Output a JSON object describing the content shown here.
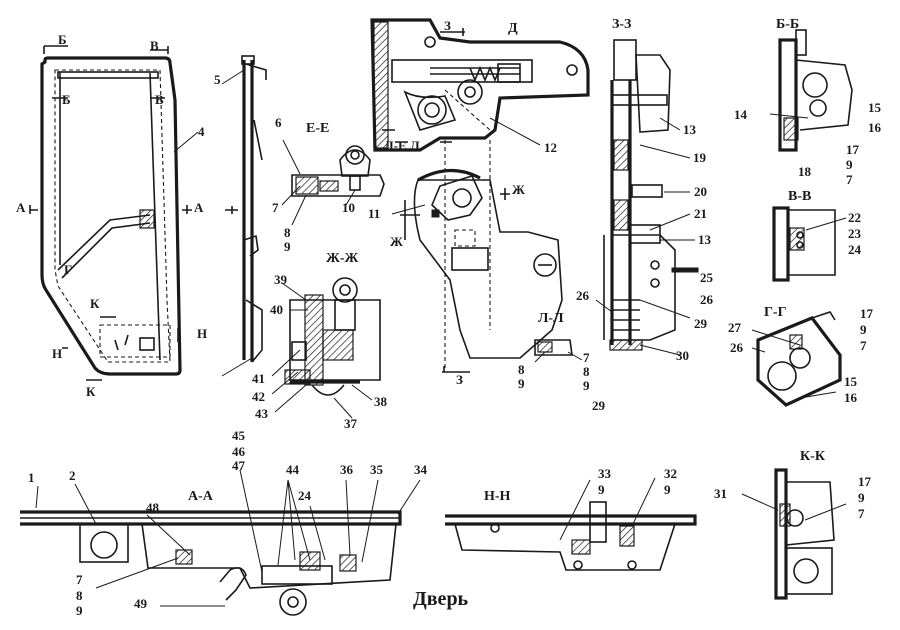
{
  "caption": "Дверь",
  "views": {
    "door_outline": {
      "cut_labels": [
        "Б",
        "В",
        "Б",
        "В",
        "А",
        "А",
        "Г",
        "К",
        "Н",
        "Н",
        "К"
      ],
      "parts": [
        "4",
        "5"
      ]
    },
    "ee": {
      "title": "Е-Е",
      "parts": [
        "6",
        "7",
        "8",
        "9",
        "10"
      ]
    },
    "dd": {
      "title": "Д",
      "cut_labels": [
        "З",
        "Л-Е",
        "Л",
        "Ж",
        "Ж",
        "З"
      ],
      "parts": [
        "11",
        "12"
      ]
    },
    "zz": {
      "title": "З-З",
      "parts": [
        "13",
        "19",
        "20",
        "21",
        "13",
        "25",
        "26",
        "26",
        "29",
        "29",
        "30"
      ]
    },
    "bb": {
      "title": "Б-Б",
      "parts": [
        "14",
        "15",
        "16",
        "18",
        "17",
        "9",
        "7"
      ]
    },
    "vv": {
      "title": "В-В",
      "parts": [
        "22",
        "23",
        "24"
      ]
    },
    "zhzh": {
      "title": "Ж-Ж",
      "parts": [
        "39",
        "40",
        "41",
        "42",
        "43",
        "37",
        "38"
      ]
    },
    "ll": {
      "title": "Л-Л",
      "parts": [
        "8",
        "9",
        "7",
        "8",
        "9"
      ]
    },
    "gg": {
      "title": "Г-Г",
      "parts": [
        "27",
        "26",
        "17",
        "9",
        "7",
        "15",
        "16"
      ]
    },
    "aa": {
      "title": "А-А",
      "parts": [
        "1",
        "2",
        "48",
        "45",
        "46",
        "47",
        "44",
        "24",
        "36",
        "35",
        "34",
        "7",
        "8",
        "9",
        "49"
      ]
    },
    "nn": {
      "title": "Н-Н",
      "parts": [
        "33",
        "9",
        "32",
        "9"
      ]
    },
    "kk": {
      "title": "К-К",
      "parts": [
        "31",
        "17",
        "9",
        "7"
      ]
    }
  }
}
